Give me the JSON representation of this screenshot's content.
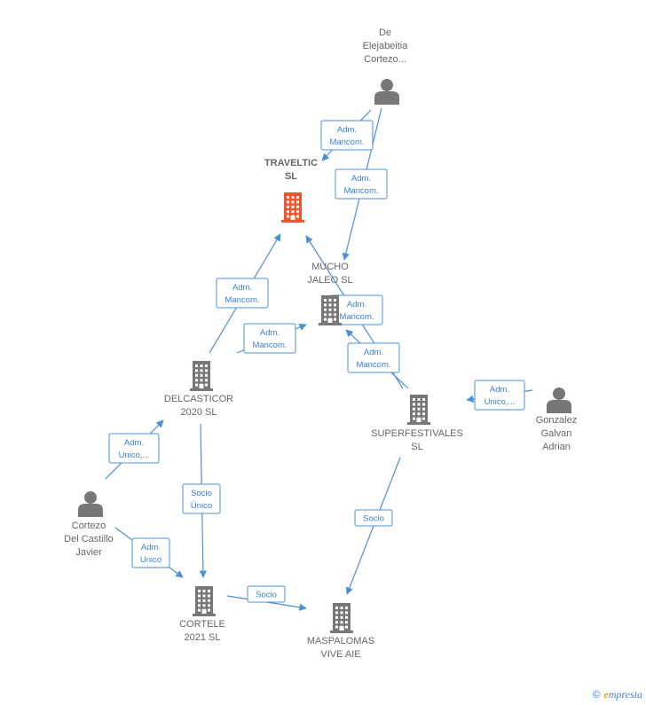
{
  "colors": {
    "focus": "#f2552c",
    "company": "#777777",
    "person": "#777777",
    "edge": "#4a8fd8"
  },
  "nodes": [
    {
      "id": "traveltic",
      "type": "company-focus",
      "lines": [
        "TRAVELTIC",
        "SL"
      ]
    },
    {
      "id": "mucho",
      "type": "company",
      "lines": [
        "MUCHO",
        "JALEO SL"
      ]
    },
    {
      "id": "delcasticor",
      "type": "company",
      "lines": [
        "DELCASTICOR",
        "2020 SL"
      ]
    },
    {
      "id": "superfest",
      "type": "company",
      "lines": [
        "SUPERFESTIVALES",
        "SL"
      ]
    },
    {
      "id": "cortele",
      "type": "company",
      "lines": [
        "CORTELE",
        "2021 SL"
      ]
    },
    {
      "id": "maspalomas",
      "type": "company",
      "lines": [
        "MASPALOMAS",
        "VIVE AIE"
      ]
    },
    {
      "id": "dee",
      "type": "person",
      "lines": [
        "De",
        "Elejabeitia",
        "Cortezo..."
      ]
    },
    {
      "id": "gonzalez",
      "type": "person",
      "lines": [
        "Gonzalez",
        "Galvan",
        "Adrian"
      ]
    },
    {
      "id": "cortezo",
      "type": "person",
      "lines": [
        "Cortezo",
        "Del Castillo",
        "Javier"
      ]
    }
  ],
  "edges": [
    {
      "id": "dee-traveltic",
      "lines": [
        "Adm.",
        "Mancom."
      ]
    },
    {
      "id": "dee-mucho",
      "lines": [
        "Adm.",
        "Mancom."
      ]
    },
    {
      "id": "delc-traveltic",
      "lines": [
        "Adm.",
        "Mancom."
      ]
    },
    {
      "id": "delc-mucho",
      "lines": [
        "Adm.",
        "Mancom."
      ]
    },
    {
      "id": "super-traveltic",
      "lines": [
        "Adm.",
        "Mancom."
      ]
    },
    {
      "id": "super-mucho",
      "lines": [
        "Adm.",
        "Mancom."
      ]
    },
    {
      "id": "gonz-super",
      "lines": [
        "Adm.",
        "Unico,..."
      ]
    },
    {
      "id": "cortezo-delc",
      "lines": [
        "Adm.",
        "Unico,..."
      ]
    },
    {
      "id": "delc-cortele",
      "lines": [
        "Socio",
        "Único"
      ]
    },
    {
      "id": "cortezo-cortele",
      "lines": [
        "Adm.",
        "Unico"
      ]
    },
    {
      "id": "cortele-masp",
      "lines": [
        "Socio"
      ]
    },
    {
      "id": "super-masp",
      "lines": [
        "Socio"
      ]
    }
  ],
  "footer": {
    "copyright": "©",
    "brand_initial": "e",
    "brand_rest": "mpresia"
  }
}
